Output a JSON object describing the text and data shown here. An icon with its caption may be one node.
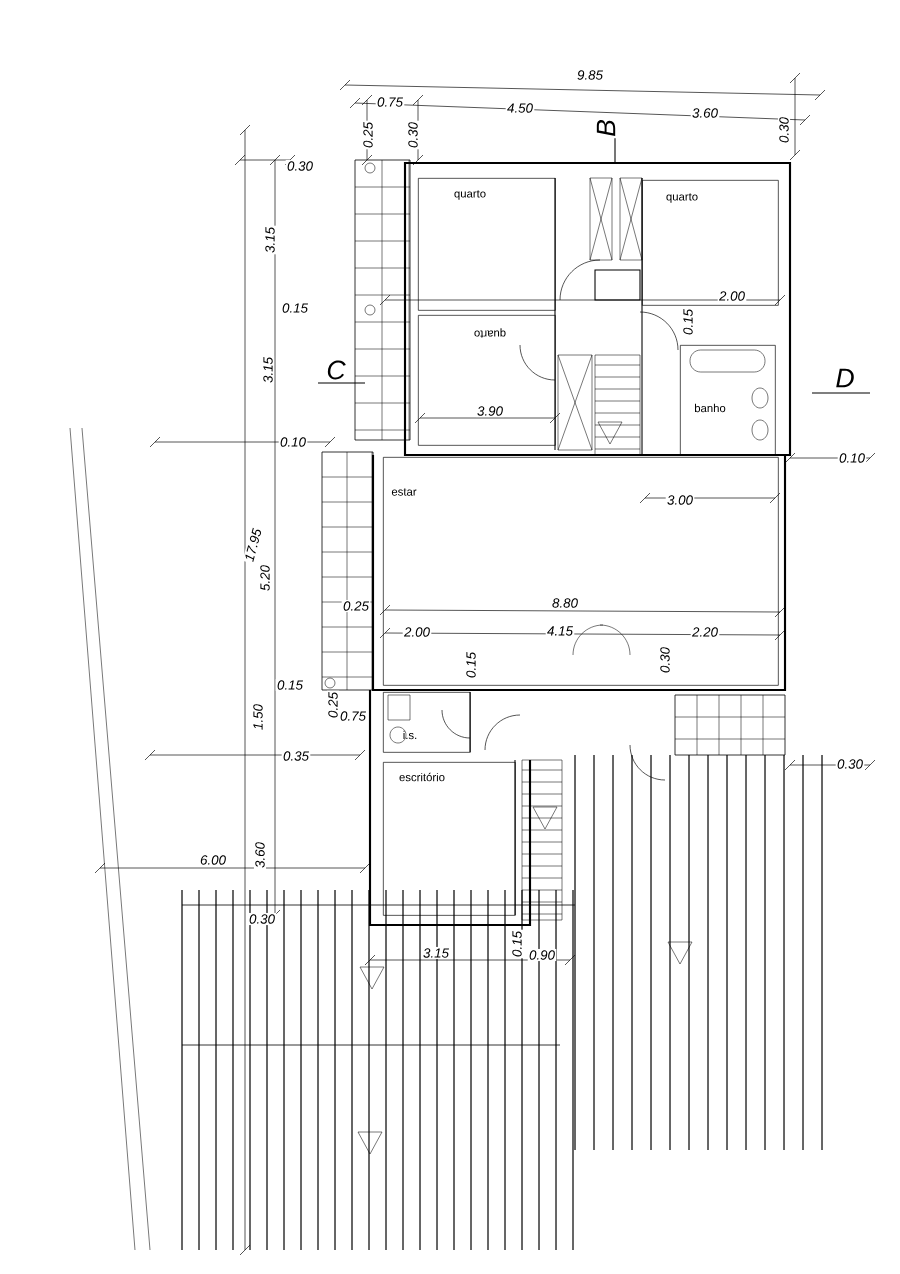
{
  "diagram": {
    "nodes": [
      {
        "text": [
          "quarto"
        ]
      },
      {
        "text": [
          "quarto"
        ]
      },
      {
        "text": [
          "quarto"
        ]
      },
      {
        "text": [
          "banho"
        ]
      },
      {
        "text": [
          "estar"
        ]
      },
      {
        "text": [
          "i.s."
        ]
      },
      {
        "text": [
          "escritório"
        ]
      }
    ],
    "labels": [
      "9.85",
      "0.75",
      "4.50",
      "3.60",
      "0.25",
      "0.30",
      "0.30",
      "B",
      "0.30",
      "3.15",
      "0.15",
      "2.00",
      "0.15",
      "3.15",
      "C",
      "3.90",
      "D",
      "0.10",
      "0.10",
      "3.00",
      "17.95",
      "5.20",
      "0.25",
      "8.80",
      "2.00",
      "4.15",
      "2.20",
      "0.15",
      "0.30",
      "0.15",
      "0.25",
      "0.75",
      "1.50",
      "0.35",
      "0.30",
      "3.60",
      "6.00",
      "0.30",
      "3.15",
      "0.15",
      "0.90"
    ]
  }
}
